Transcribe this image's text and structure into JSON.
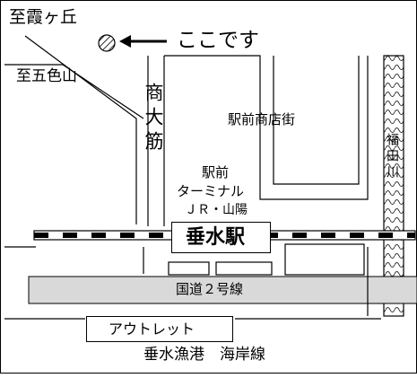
{
  "map": {
    "destinations": {
      "kasumigaoka": "至霞ヶ丘",
      "goshikiyama": "至五色山"
    },
    "marker": {
      "label": "ここです",
      "icon": "hatched-circle-marker"
    },
    "streets": {
      "shotaisuji": "商大筋",
      "ekimae_shotengai": "駅前商店街",
      "national_route_2": "国道２号線",
      "coast_line": "垂水漁港　海岸線"
    },
    "places": {
      "terminal": [
        "駅前",
        "ターミナル",
        "ＪＲ・山陽"
      ],
      "station": "垂水駅",
      "outlet": "アウトレット"
    },
    "river": "福田川",
    "colors": {
      "road_fill": "#d9d9d9",
      "line": "#000000",
      "background": "#ffffff"
    }
  }
}
